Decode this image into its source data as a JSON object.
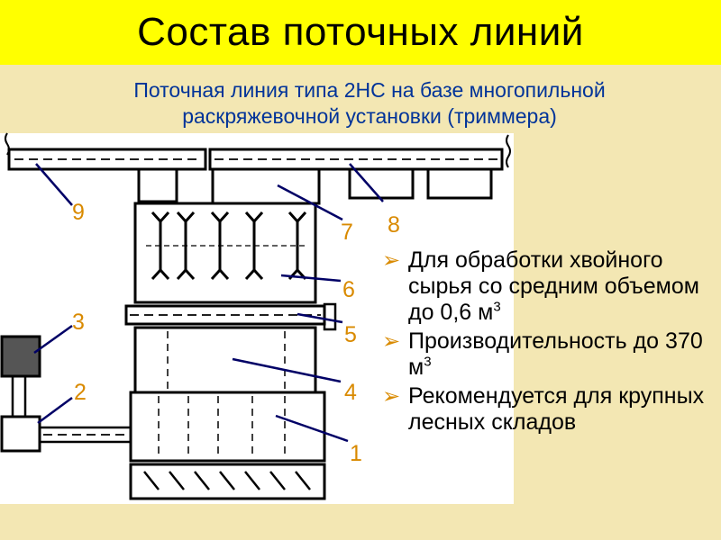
{
  "title": "Состав поточных линий",
  "subtitle": {
    "line1": "Поточная линия типа 2НС на базе многопильной",
    "line2": "раскряжевочной установки (триммера)"
  },
  "diagram": {
    "callouts": [
      "1",
      "2",
      "3",
      "4",
      "5",
      "6",
      "7",
      "8",
      "9"
    ]
  },
  "bullets": [
    {
      "text": "Для обработки хвойного сырья со средним объемом до 0,6 м",
      "sup": "3"
    },
    {
      "text": "Производительность до 370 м",
      "sup": "3"
    },
    {
      "text": "Рекомендуется для крупных лесных складов",
      "sup": ""
    }
  ],
  "colors": {
    "title_bg": "#ffff00",
    "page_bg": "#f3e7b3",
    "subtitle_text": "#003399",
    "callout_text": "#d98a00",
    "leader_line": "#000066"
  },
  "icons": {
    "bullet": "arrowhead-bullet-icon"
  }
}
